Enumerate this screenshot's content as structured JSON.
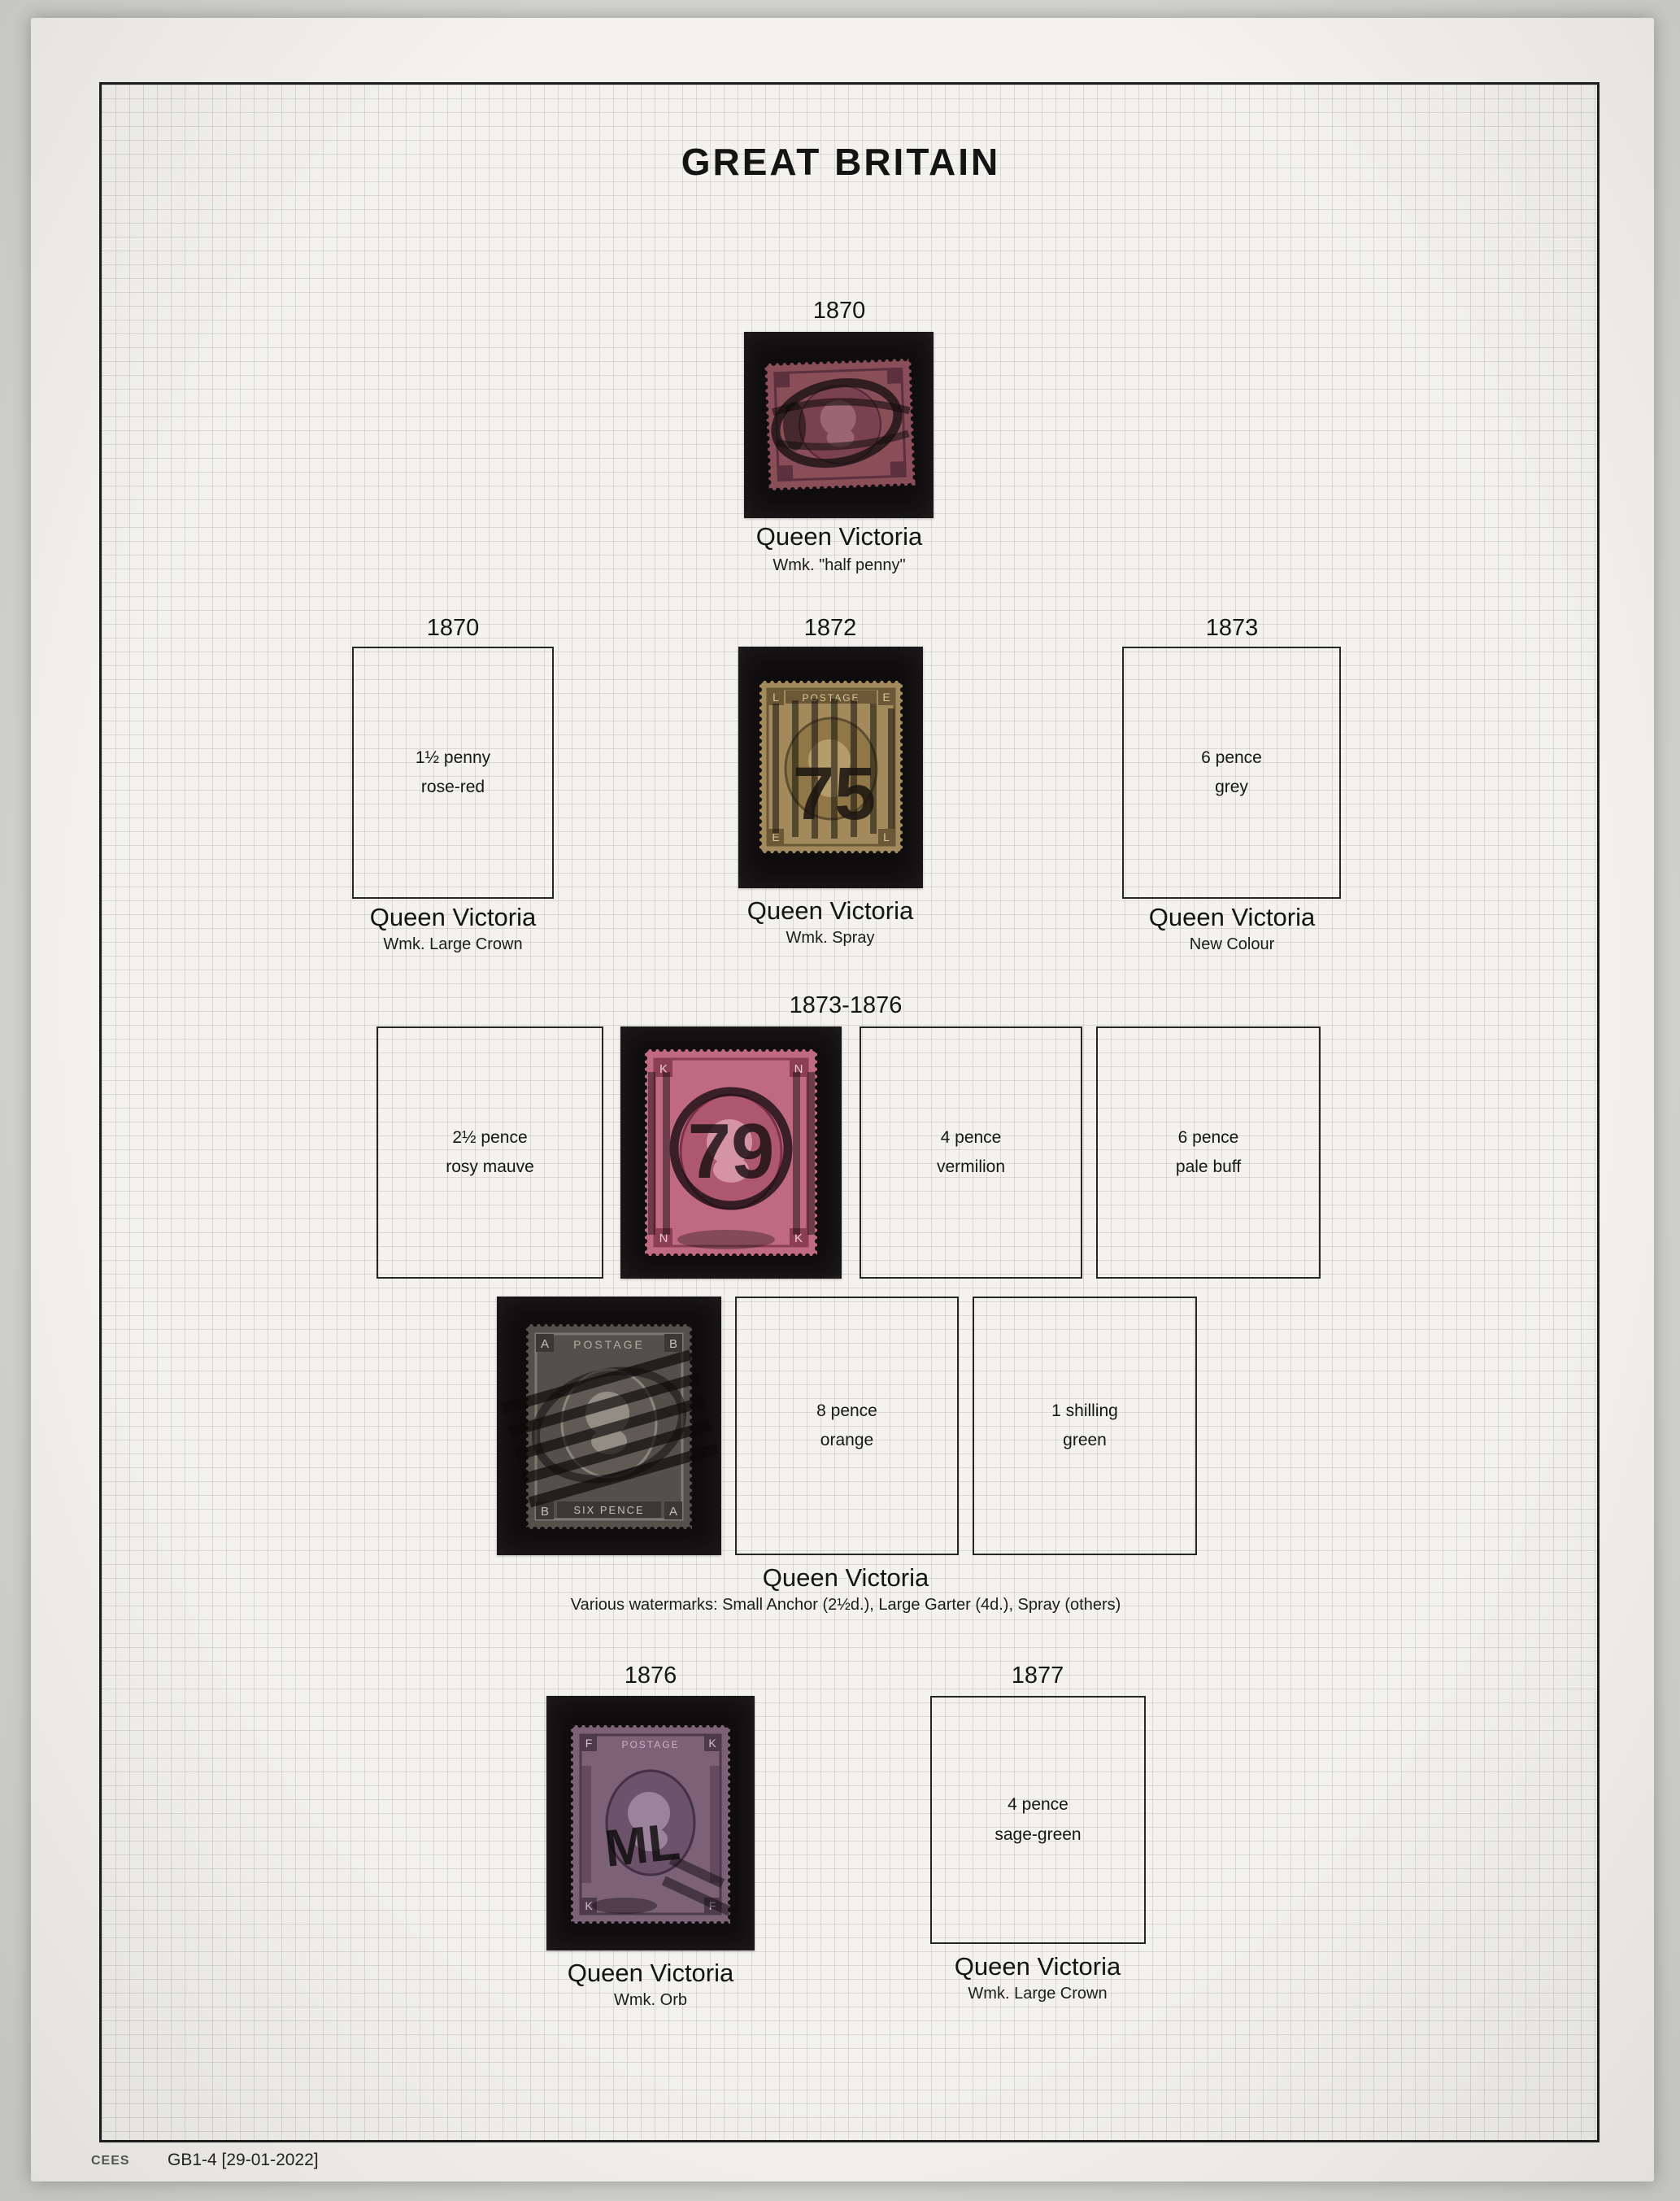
{
  "title": "GREAT BRITAIN",
  "r1": {
    "year": "1870",
    "caption": "Queen Victoria",
    "sub": "Wmk. \"half penny\""
  },
  "r2a": {
    "year": "1870",
    "value": "1½ penny",
    "colour": "rose-red",
    "caption": "Queen Victoria",
    "sub": "Wmk. Large Crown"
  },
  "r2b": {
    "year": "1872",
    "caption": "Queen Victoria",
    "sub": "Wmk. Spray"
  },
  "r2c": {
    "year": "1873",
    "value": "6 pence",
    "colour": "grey",
    "caption": "Queen Victoria",
    "sub": "New Colour"
  },
  "r3": {
    "year": "1873-1876",
    "caption": "Queen Victoria",
    "sub": "Various watermarks: Small Anchor (2½d.), Large Garter (4d.), Spray (others)",
    "box1": {
      "value": "2½ pence",
      "colour": "rosy mauve"
    },
    "box2": {
      "value": "4 pence",
      "colour": "vermilion"
    },
    "box3": {
      "value": "6 pence",
      "colour": "pale buff"
    },
    "box4": {
      "value": "8 pence",
      "colour": "orange"
    },
    "box5": {
      "value": "1 shilling",
      "colour": "green"
    }
  },
  "r5a": {
    "year": "1876",
    "caption": "Queen Victoria",
    "sub": "Wmk. Orb"
  },
  "r5b": {
    "year": "1877",
    "value": "4 pence",
    "colour": "sage-green",
    "caption": "Queen Victoria",
    "sub": "Wmk. Large Crown"
  },
  "stamps": {
    "st2": {
      "banner": "POSTAGE",
      "cancel": "75",
      "tl": "L",
      "tr": "E",
      "bl": "E",
      "br": "L"
    },
    "st3": {
      "cancel": "79",
      "tl": "K",
      "tr": "N",
      "bl": "N",
      "br": "K"
    },
    "st4": {
      "banner": "POSTAGE",
      "duty": "SIX PENCE",
      "tl": "A",
      "tr": "B",
      "bl": "B",
      "br": "A"
    },
    "st5": {
      "banner": "POSTAGE",
      "cancel": "ML",
      "tl": "F",
      "tr": "K",
      "bl": "K",
      "br": "F"
    }
  },
  "colors": {
    "paper": "#f3f2ee",
    "mount_black": "#0f0d0e",
    "stamp_rose_red": "#8a4e59",
    "stamp_buff": "#a28a5c",
    "stamp_rosy_mauve": "#bf6a80",
    "stamp_grey": "#53504a",
    "stamp_mauve": "#7c6177"
  },
  "footer": {
    "brand": "CEES",
    "ref": "GB1-4 [29-01-2022]"
  }
}
